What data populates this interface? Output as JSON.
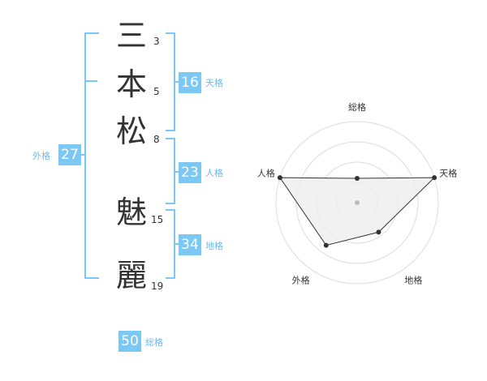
{
  "name": {
    "characters": [
      {
        "char": "三",
        "strokes": "3"
      },
      {
        "char": "本",
        "strokes": "5"
      },
      {
        "char": "松",
        "strokes": "8"
      },
      {
        "char": "魅",
        "strokes": "15"
      },
      {
        "char": "麗",
        "strokes": "19"
      }
    ]
  },
  "kaku": {
    "tenkaku": {
      "value": "16",
      "label": "天格"
    },
    "jinkaku": {
      "value": "23",
      "label": "人格"
    },
    "chikaku": {
      "value": "34",
      "label": "地格"
    },
    "gaikaku": {
      "value": "27",
      "label": "外格"
    },
    "soukaku": {
      "value": "50",
      "label": "総格"
    }
  },
  "chart_data": {
    "type": "radar",
    "axes": [
      "総格",
      "天格",
      "地格",
      "外格",
      "人格"
    ],
    "rmax": 4,
    "rings": 4,
    "values": [
      1.2,
      4.0,
      1.8,
      2.6,
      4.0
    ],
    "colors": {
      "line": "#333333",
      "fill": "#eeeeee",
      "ring": "#dddddd",
      "center": "#bbbbbb"
    }
  },
  "colors": {
    "accent": "#7cc8f5",
    "label": "#6fb9e8",
    "text": "#333333"
  }
}
